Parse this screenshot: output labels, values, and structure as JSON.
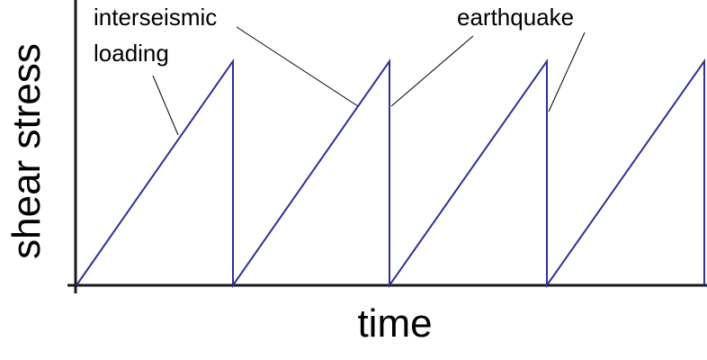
{
  "diagram": {
    "y_axis_label": "shear stress",
    "x_axis_label": "time",
    "annotations": {
      "interseismic_line1": "interseismic",
      "interseismic_line2": "loading",
      "earthquake": "earthquake"
    },
    "colors": {
      "curve": "#2e3192",
      "axes": "#1a1a1a",
      "leader_lines": "#000000",
      "text": "#000000"
    },
    "cycles": 4
  }
}
